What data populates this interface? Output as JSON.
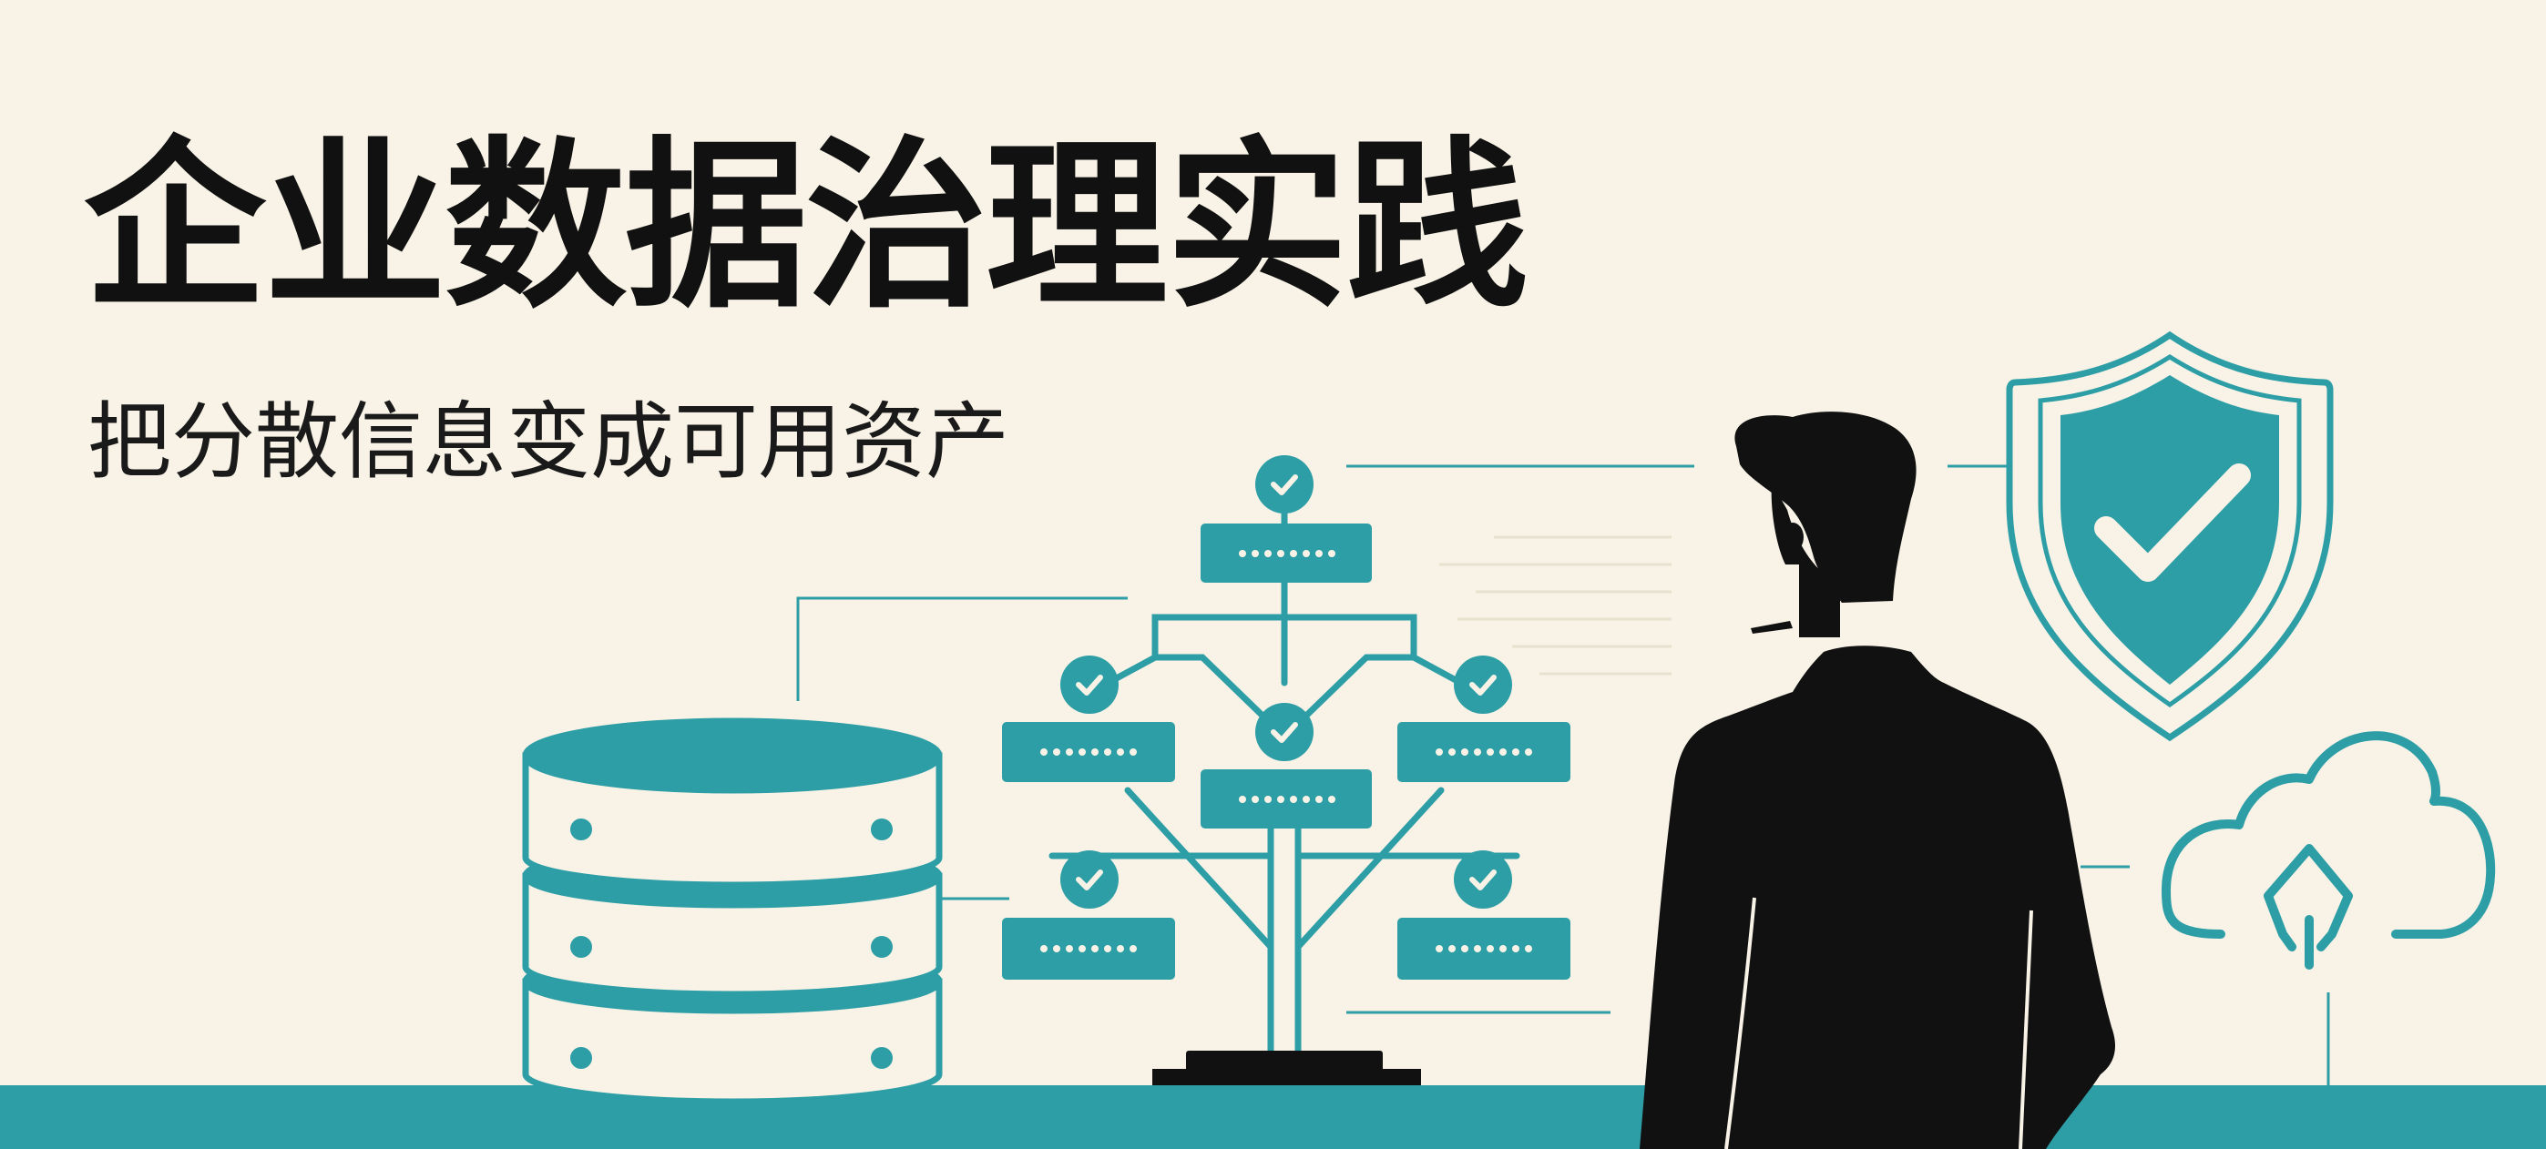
{
  "banner": {
    "title": "企业数据治理实践",
    "subtitle": "把分散信息变成可用资产"
  },
  "colors": {
    "background": "#f8f3e6",
    "accent": "#2e9ea6",
    "ink": "#111111",
    "bar": "#2e9ea6"
  },
  "icons": {
    "database": "database-icon",
    "tree": "hierarchy-tree-icon",
    "shield": "shield-check-icon",
    "cloud": "cloud-upload-icon",
    "person": "person-silhouette"
  }
}
